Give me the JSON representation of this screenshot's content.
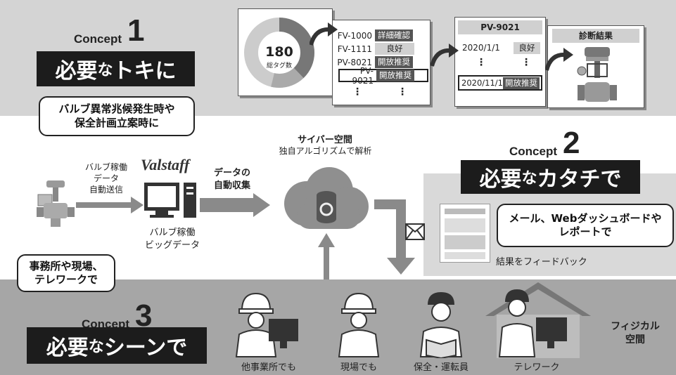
{
  "concept1": {
    "word": "Concept",
    "num": "1",
    "title_a": "必要",
    "title_b": "な",
    "title_c": "トキに",
    "bubble": "バルブ異常兆候発生時や\n保全計画立案時に"
  },
  "donut": {
    "value": "180",
    "label": "総タグ数"
  },
  "tag_list": [
    {
      "id": "FV-1000",
      "status": "詳細確認"
    },
    {
      "id": "FV-1111",
      "status": "良好"
    },
    {
      "id": "PV-8021",
      "status": "開放推奨"
    },
    {
      "id": "PV-9021",
      "status": "開放推奨"
    }
  ],
  "ellipsis": "⋮",
  "history": {
    "title": "PV-9021",
    "rows": [
      {
        "date": "2020/1/1",
        "status": "良好"
      },
      {
        "date": "2020/11/1",
        "status": "開放推奨"
      }
    ]
  },
  "diagnosis": {
    "title": "診断結果"
  },
  "flow": {
    "valve_send": "バルブ稼働\nデータ\n自動送信",
    "brand": "Valstaff",
    "bigdata": "バルブ稼働\nビッグデータ",
    "auto_collect": "データの\n自動収集",
    "cyber_title": "サイバー空間",
    "cyber_sub": "独自アルゴリズムで解析"
  },
  "concept2": {
    "word": "Concept",
    "num": "2",
    "title_a": "必要",
    "title_b": "な",
    "title_c": "カタチで",
    "bubble": "メール、Webダッシュボードや\nレポートで",
    "feedback": "結果をフィードバック"
  },
  "concept3": {
    "word": "Concept",
    "num": "3",
    "title_a": "必要",
    "title_b": "な",
    "title_c": "シーンで",
    "bubble": "事務所や現場、\nテレワークで"
  },
  "people": [
    {
      "label": "他事業所でも"
    },
    {
      "label": "現場でも"
    },
    {
      "label": "保全・運転員"
    },
    {
      "label": "テレワーク"
    }
  ],
  "physical": "フィジカル\n空間",
  "colors": {
    "dark": "#1c1c1c",
    "panel": "#d4d4d4",
    "bottom": "#a6a6a6",
    "arrow": "#8a8a8a"
  }
}
